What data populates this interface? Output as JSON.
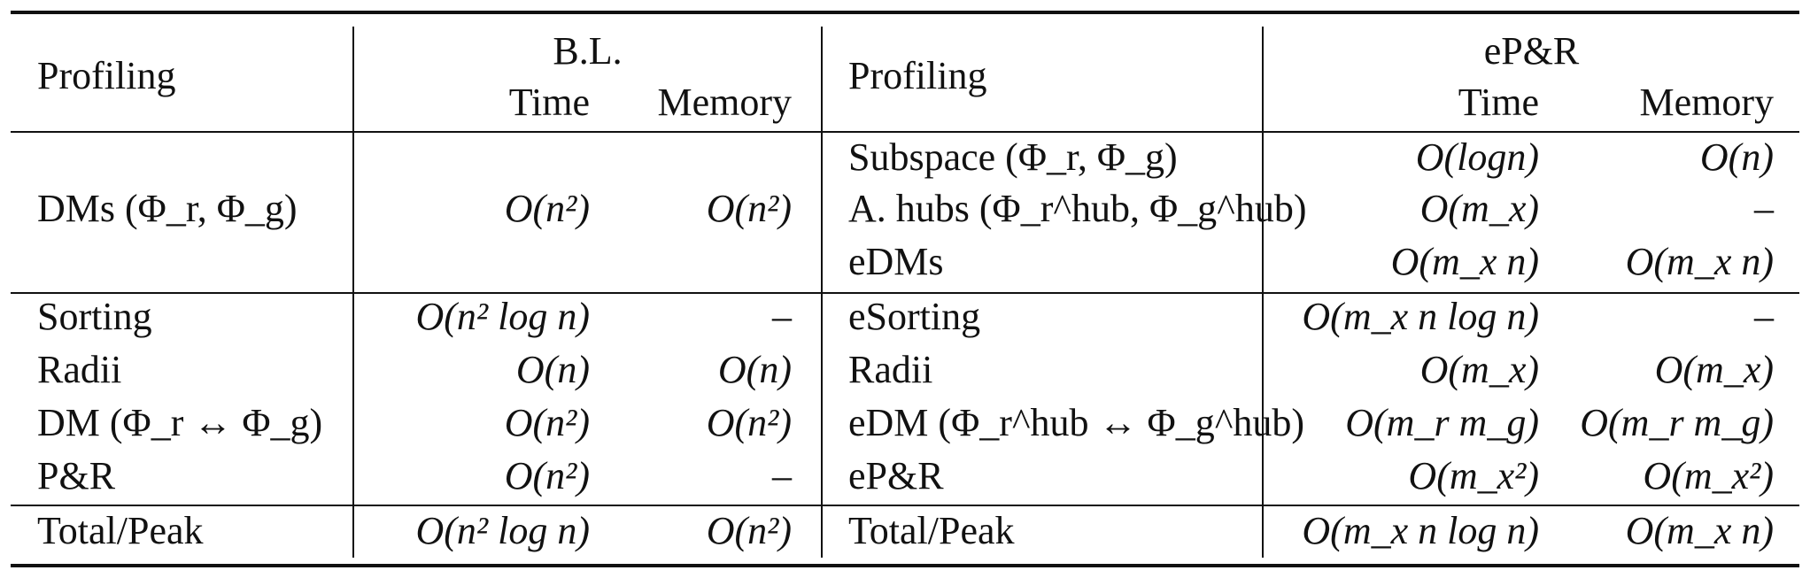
{
  "header": {
    "profiling_left": "Profiling",
    "bl_group": "B.L.",
    "bl_time": "Time",
    "bl_memory": "Memory",
    "profiling_right": "Profiling",
    "epr_group": "eP&R",
    "epr_time": "Time",
    "epr_memory": "Memory"
  },
  "left": {
    "dms": {
      "label": "DMs (Φ_r, Φ_g)",
      "time": "O(n²)",
      "memory": "O(n²)"
    },
    "sorting": {
      "label": "Sorting",
      "time": "O(n² log n)",
      "memory": "–"
    },
    "radii": {
      "label": "Radii",
      "time": "O(n)",
      "memory": "O(n)"
    },
    "dm": {
      "label": "DM (Φ_r ↔ Φ_g)",
      "time": "O(n²)",
      "memory": "O(n²)"
    },
    "pr": {
      "label": "P&R",
      "time": "O(n²)",
      "memory": "–"
    },
    "total": {
      "label": "Total/Peak",
      "time": "O(n² log n)",
      "memory": "O(n²)"
    }
  },
  "right": {
    "subspace": {
      "label": "Subspace (Φ_r, Φ_g)",
      "time": "O(logn)",
      "memory": "O(n)"
    },
    "hubs": {
      "label": "A. hubs (Φ_r^hub, Φ_g^hub)",
      "time": "O(m_x)",
      "memory": "–"
    },
    "edms": {
      "label": "eDMs",
      "time": "O(m_x n)",
      "memory": "O(m_x n)"
    },
    "esorting": {
      "label": "eSorting",
      "time": "O(m_x n log n)",
      "memory": "–"
    },
    "radii": {
      "label": "Radii",
      "time": "O(m_x)",
      "memory": "O(m_x)"
    },
    "edm": {
      "label": "eDM (Φ_r^hub ↔ Φ_g^hub)",
      "time": "O(m_r m_g)",
      "memory": "O(m_r m_g)"
    },
    "epr": {
      "label": "eP&R",
      "time": "O(m_x²)",
      "memory": "O(m_x²)"
    },
    "total": {
      "label": "Total/Peak",
      "time": "O(m_x n log n)",
      "memory": "O(m_x n)"
    }
  }
}
